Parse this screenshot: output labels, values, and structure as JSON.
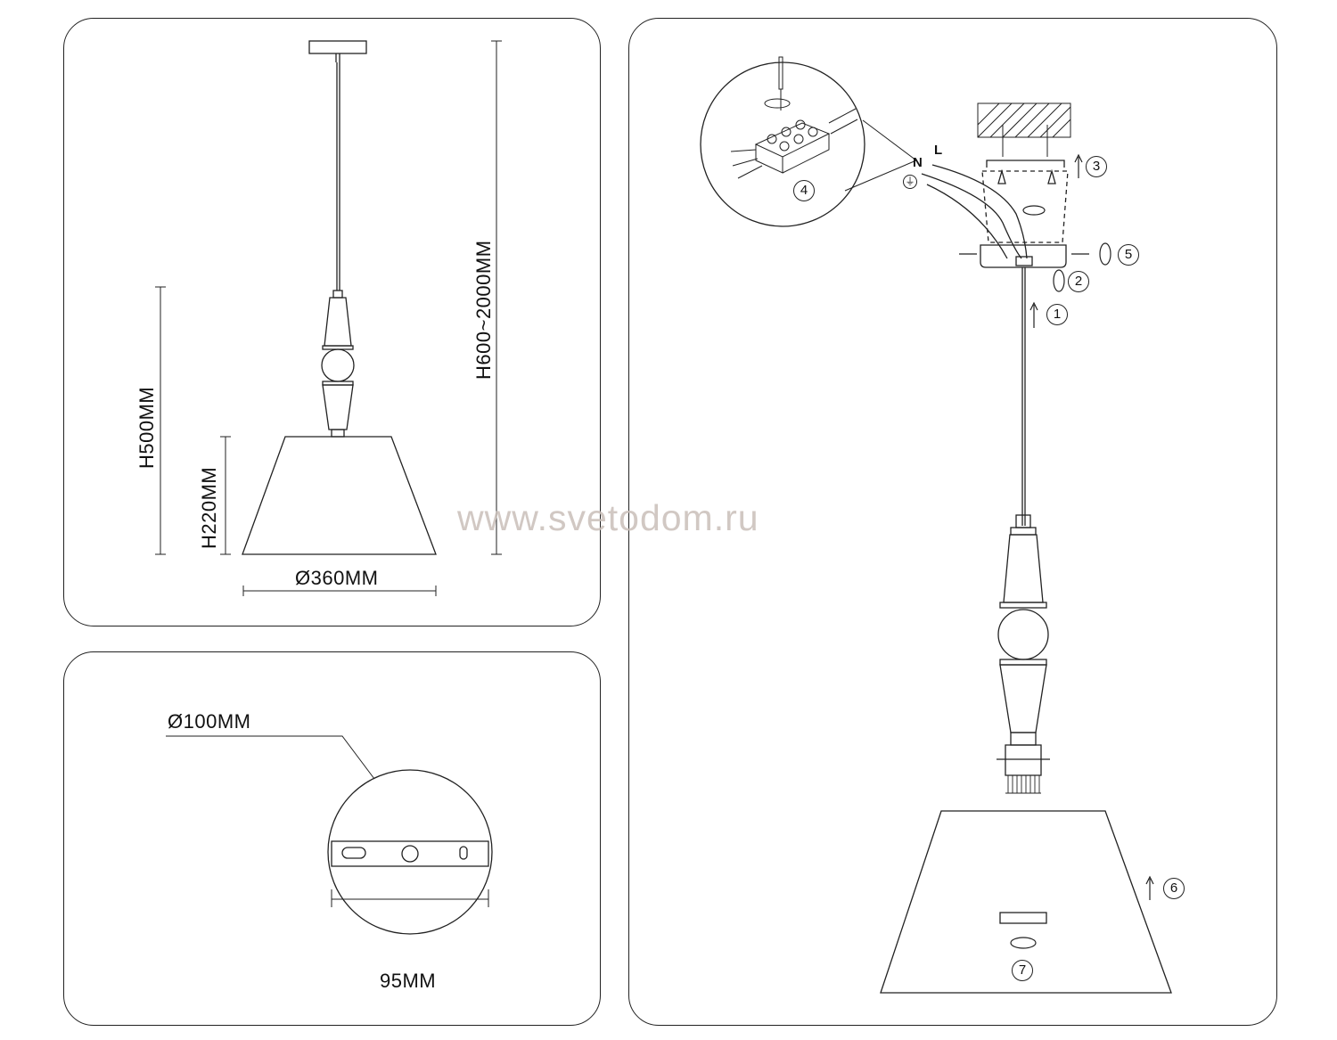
{
  "dimensions_panel": {
    "height_adjustable": "H600~2000MM",
    "height_fixture": "H500MM",
    "height_shade": "H220MM",
    "diameter_shade": "Ø360MM"
  },
  "mount_panel": {
    "plate_diameter": "Ø100MM",
    "hole_spacing": "95MM"
  },
  "install_panel": {
    "wire_neutral": "N",
    "wire_live": "L",
    "steps": [
      "1",
      "2",
      "3",
      "4",
      "5",
      "6",
      "7"
    ]
  },
  "watermark": "www.svetodom.ru"
}
